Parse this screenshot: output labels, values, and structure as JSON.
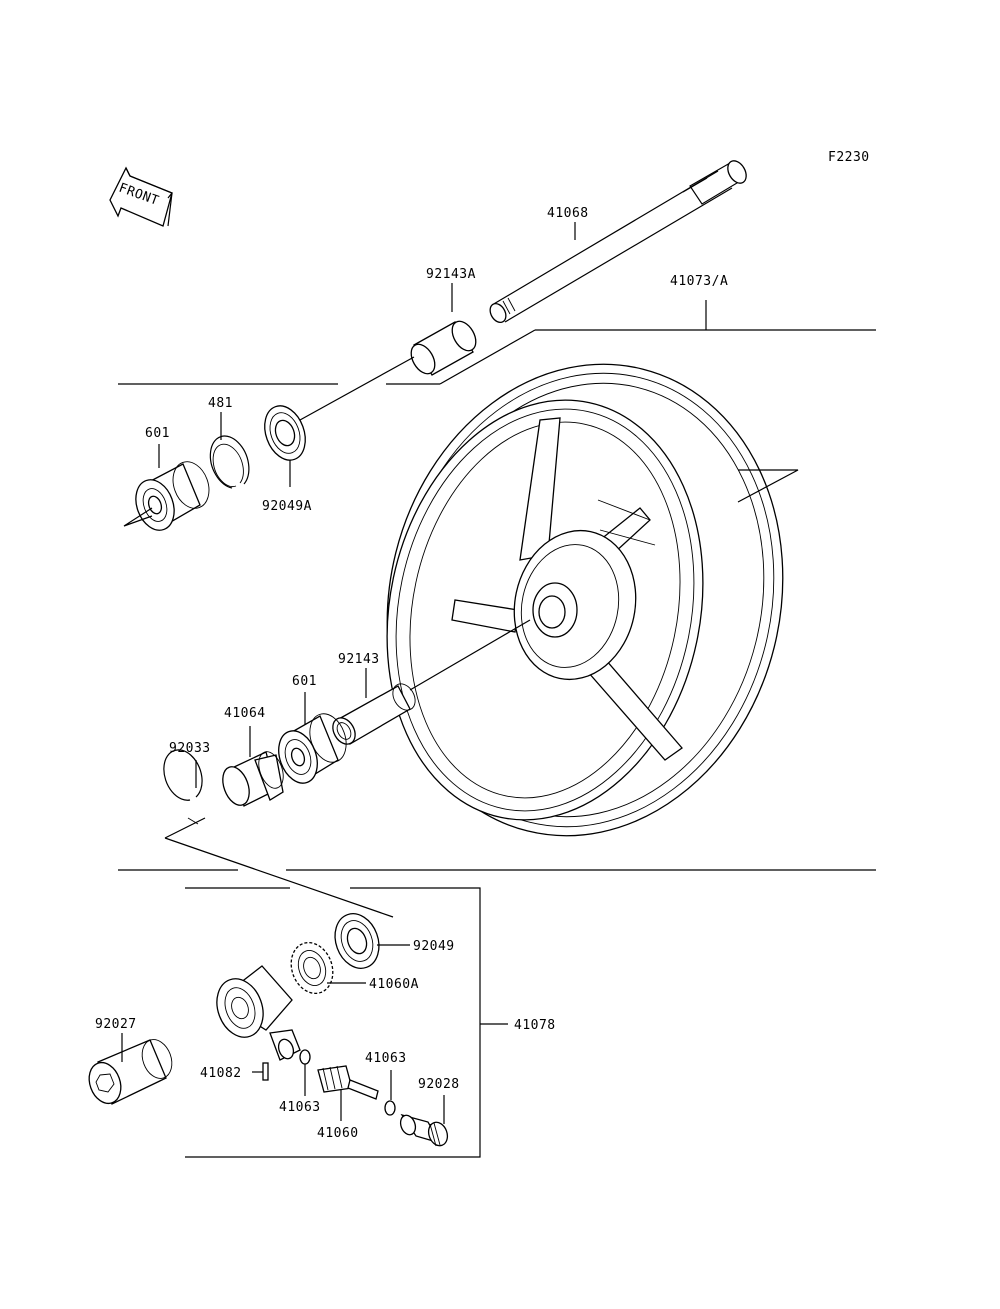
{
  "figure_id": "F2230",
  "front_label": "FRONT",
  "labels": {
    "p41068": "41068",
    "p92143A": "92143A",
    "p41073A": "41073/A",
    "p481": "481",
    "p601_top": "601",
    "p92049A": "92049A",
    "p92143": "92143",
    "p601_bottom": "601",
    "p41064": "41064",
    "p92033": "92033",
    "p92049": "92049",
    "p41060A": "41060A",
    "p41078": "41078",
    "p92027": "92027",
    "p41082": "41082",
    "p41063_a": "41063",
    "p41063_b": "41063",
    "p92028": "92028",
    "p41060": "41060"
  }
}
